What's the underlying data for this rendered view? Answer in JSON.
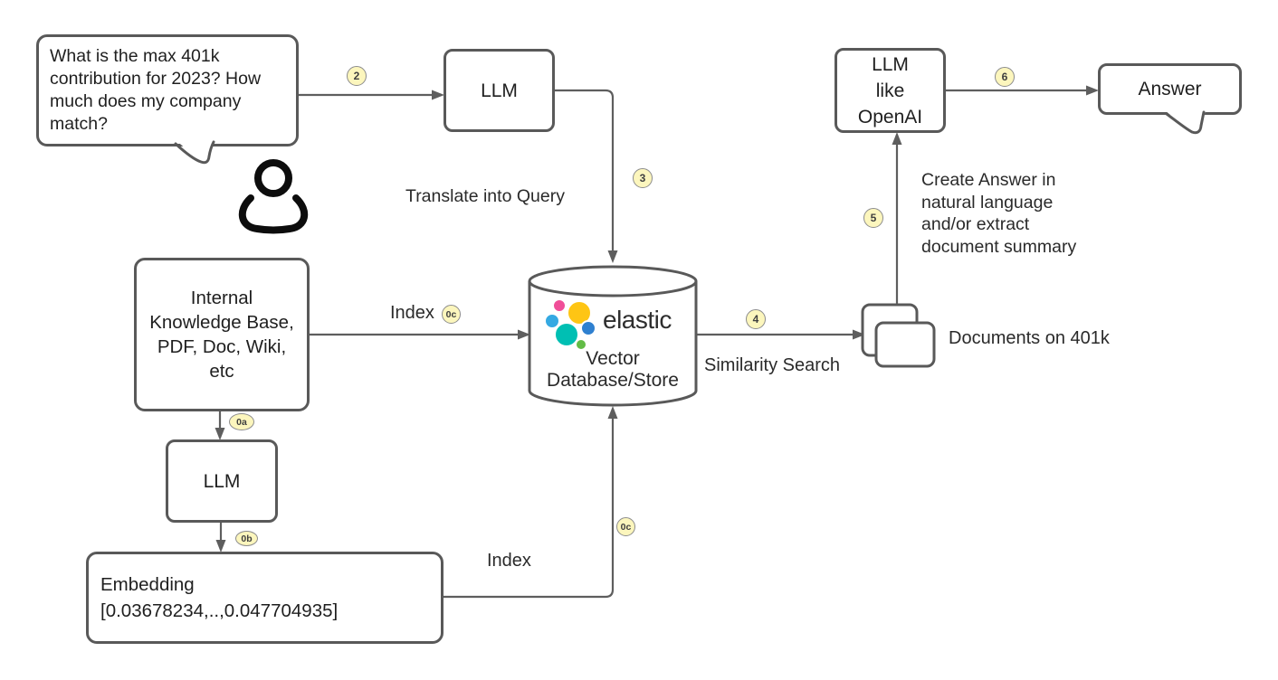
{
  "diagram": {
    "question_bubble": "What is the max 401k\ncontribution for 2023? How\nmuch does my company\nmatch?",
    "answer_bubble": "Answer",
    "nodes": {
      "llm_query": "LLM",
      "knowledge_base": "Internal\nKnowledge Base,\nPDF, Doc, Wiki,\netc",
      "llm_embedder": "LLM",
      "embedding": "Embedding\n[0.03678234,..,0.047704935]",
      "llm_openai": "LLM\nlike\nOpenAI"
    },
    "database": {
      "brand": "elastic",
      "label": "Vector\nDatabase/Store"
    },
    "labels": {
      "translate": "Translate into Query",
      "index_top": "Index",
      "index_bottom": "Index",
      "similarity": "Similarity Search",
      "documents": "Documents on 401k",
      "create_answer": "Create Answer in\nnatural language\nand/or extract\ndocument summary"
    },
    "badges": {
      "b2": "2",
      "b3": "3",
      "b4": "4",
      "b5": "5",
      "b6": "6",
      "b0a": "0a",
      "b0b": "0b",
      "b0c_top": "0c",
      "b0c_bottom": "0c"
    },
    "colors": {
      "line": "#5E5E5E",
      "box_border": "#595959",
      "badge_fill": "#FCF6BD",
      "badge_border": "#8C8C8C",
      "text": "#1F1F1F",
      "person": "#0D0D0D",
      "logo": {
        "yellow": "#FEC514",
        "pink": "#F04E98",
        "light_blue": "#35A9E2",
        "teal": "#00BFB3",
        "dark_blue": "#2F80D0",
        "green": "#62BC46"
      }
    }
  }
}
